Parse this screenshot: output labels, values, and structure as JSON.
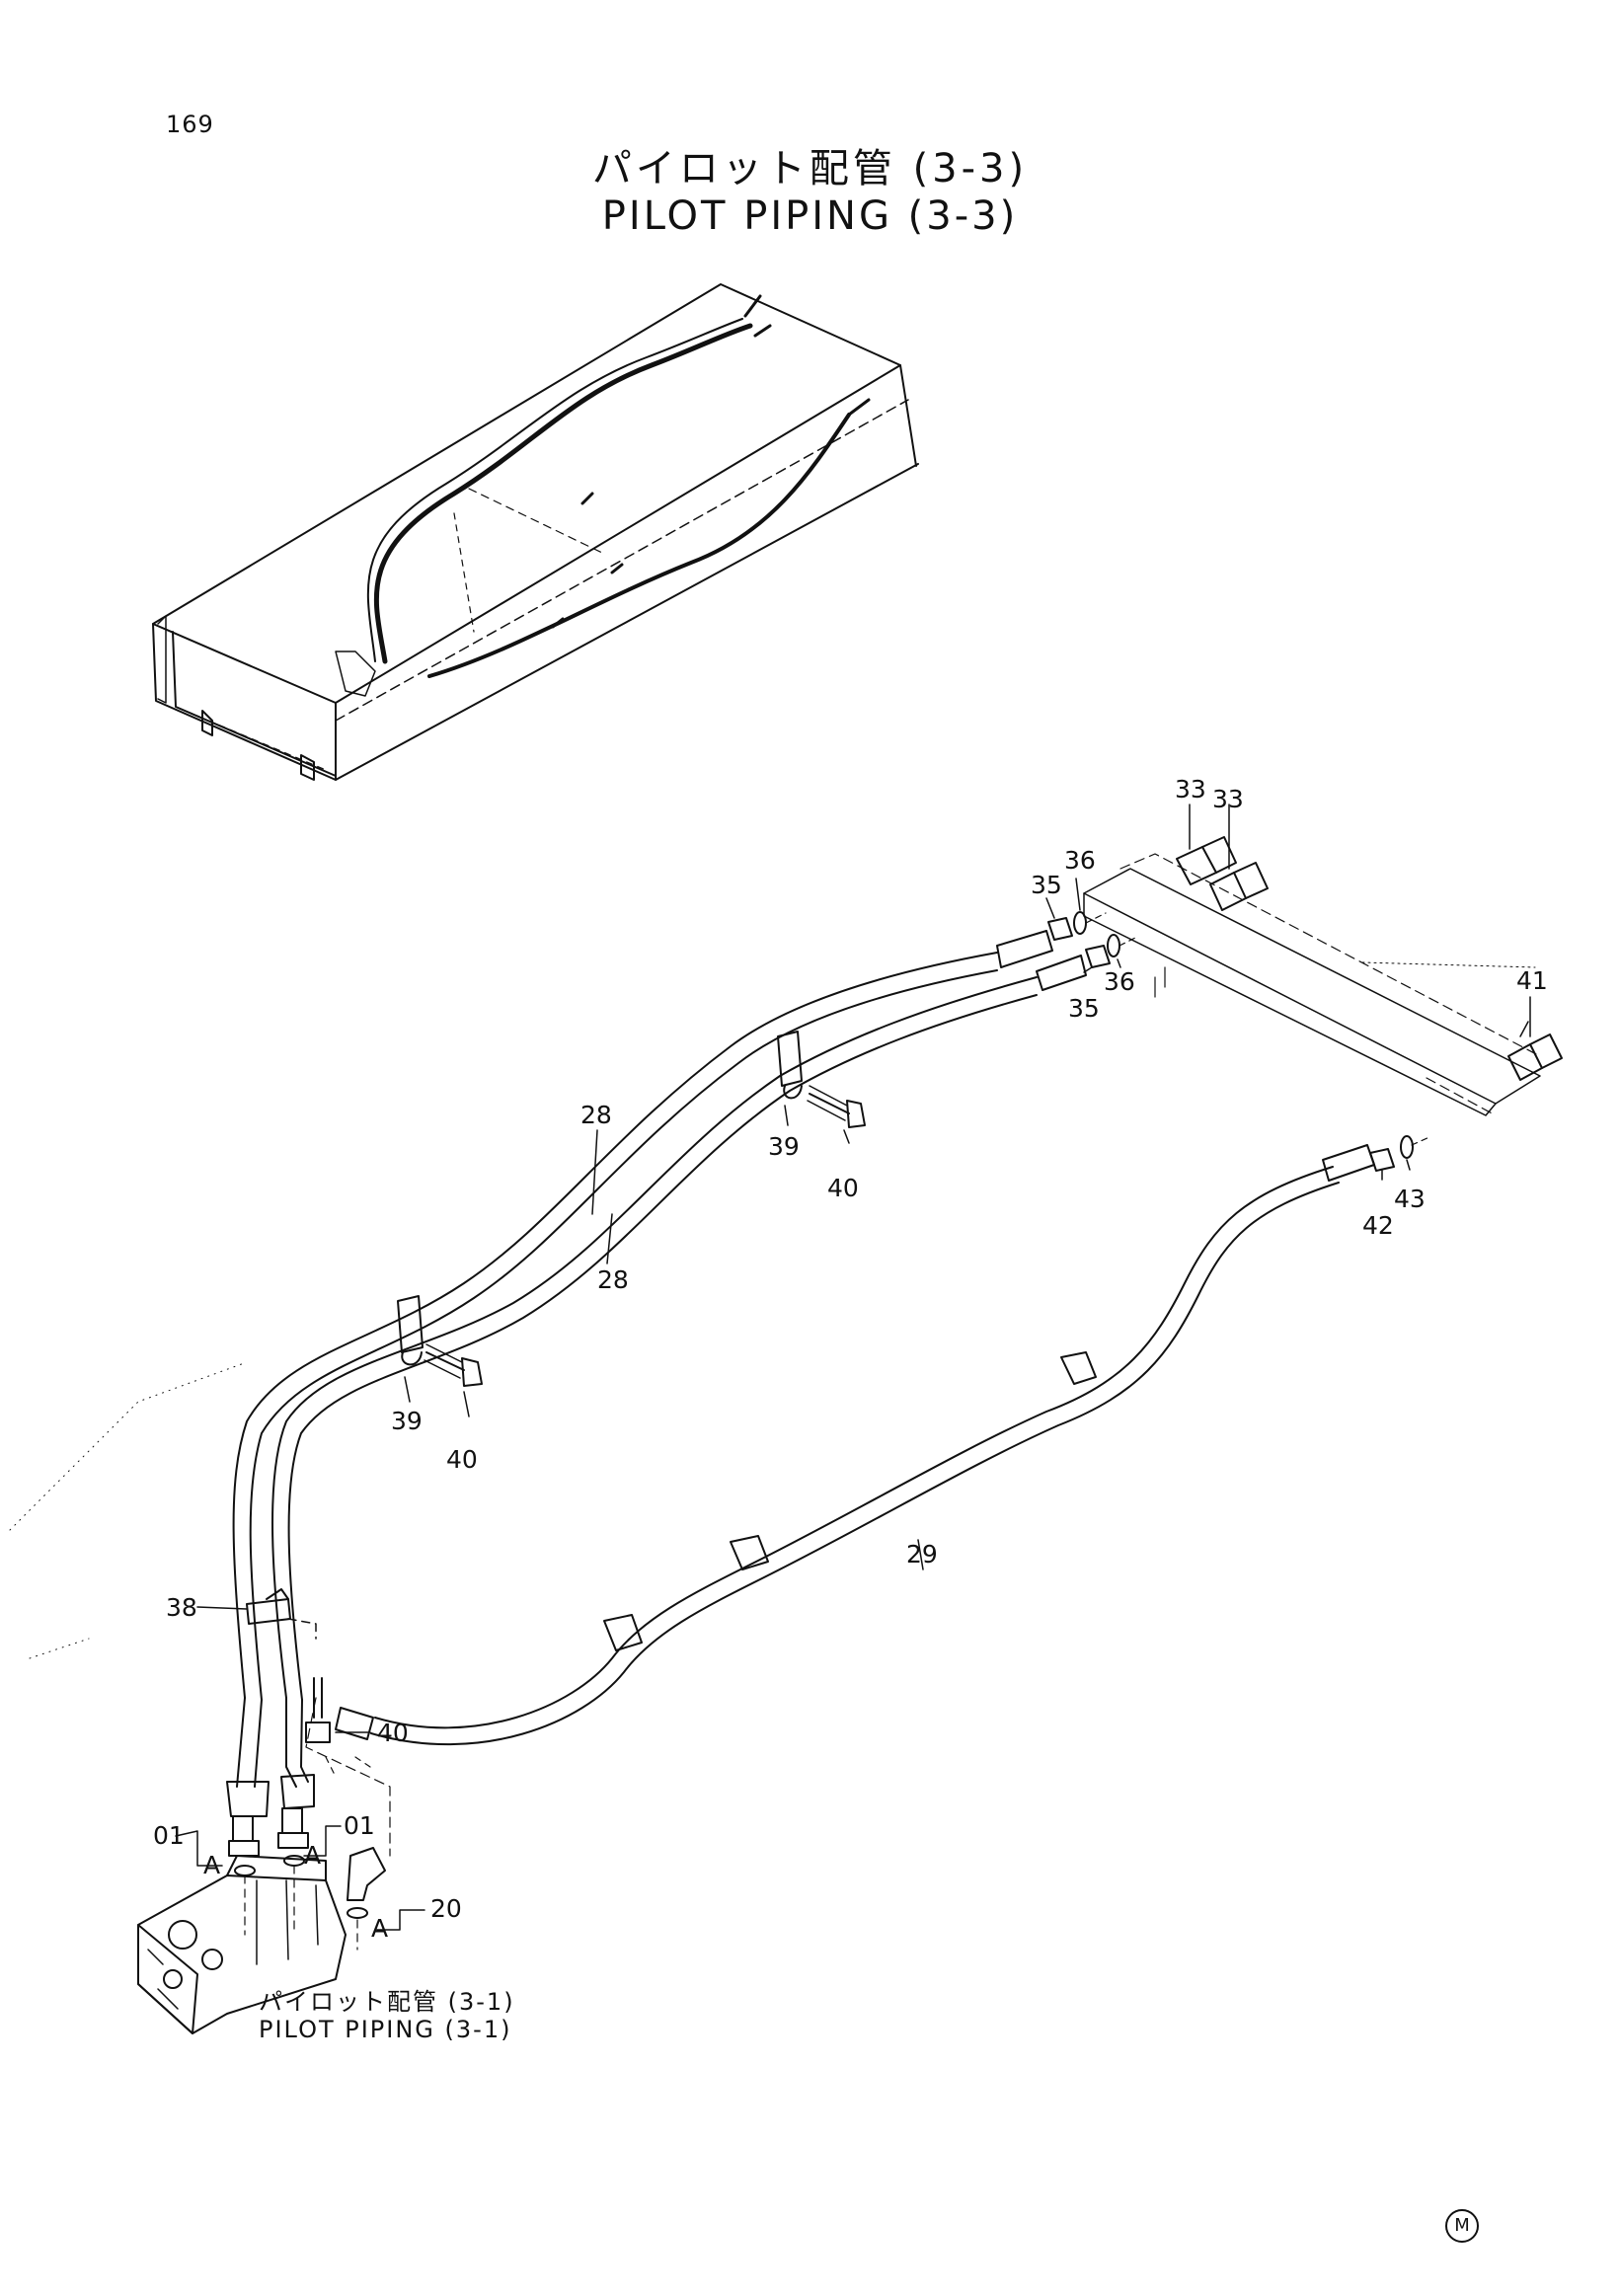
{
  "page": {
    "number": "169"
  },
  "title": {
    "japanese": "パイロット配管 (3-3)",
    "english": "PILOT PIPING (3-3)"
  },
  "reference": {
    "japanese": "パイロット配管 (3-1)",
    "english": "PILOT PIPING (3-1)"
  },
  "manufacturer_mark": "M",
  "callouts": {
    "c01a": "01",
    "c01b": "01",
    "c20": "20",
    "c28a": "28",
    "c28b": "28",
    "c29": "29",
    "c33a": "33",
    "c33b": "33",
    "c35a": "35",
    "c35b": "35",
    "c36a": "36",
    "c36b": "36",
    "c38": "38",
    "c39a": "39",
    "c39b": "39",
    "c40a": "40",
    "c40b": "40",
    "c40c": "40",
    "c41": "41",
    "c42": "42",
    "c43": "43",
    "cAa": "A",
    "cAb": "A",
    "cAc": "A"
  },
  "colors": {
    "line": "#111111",
    "background": "#ffffff"
  }
}
